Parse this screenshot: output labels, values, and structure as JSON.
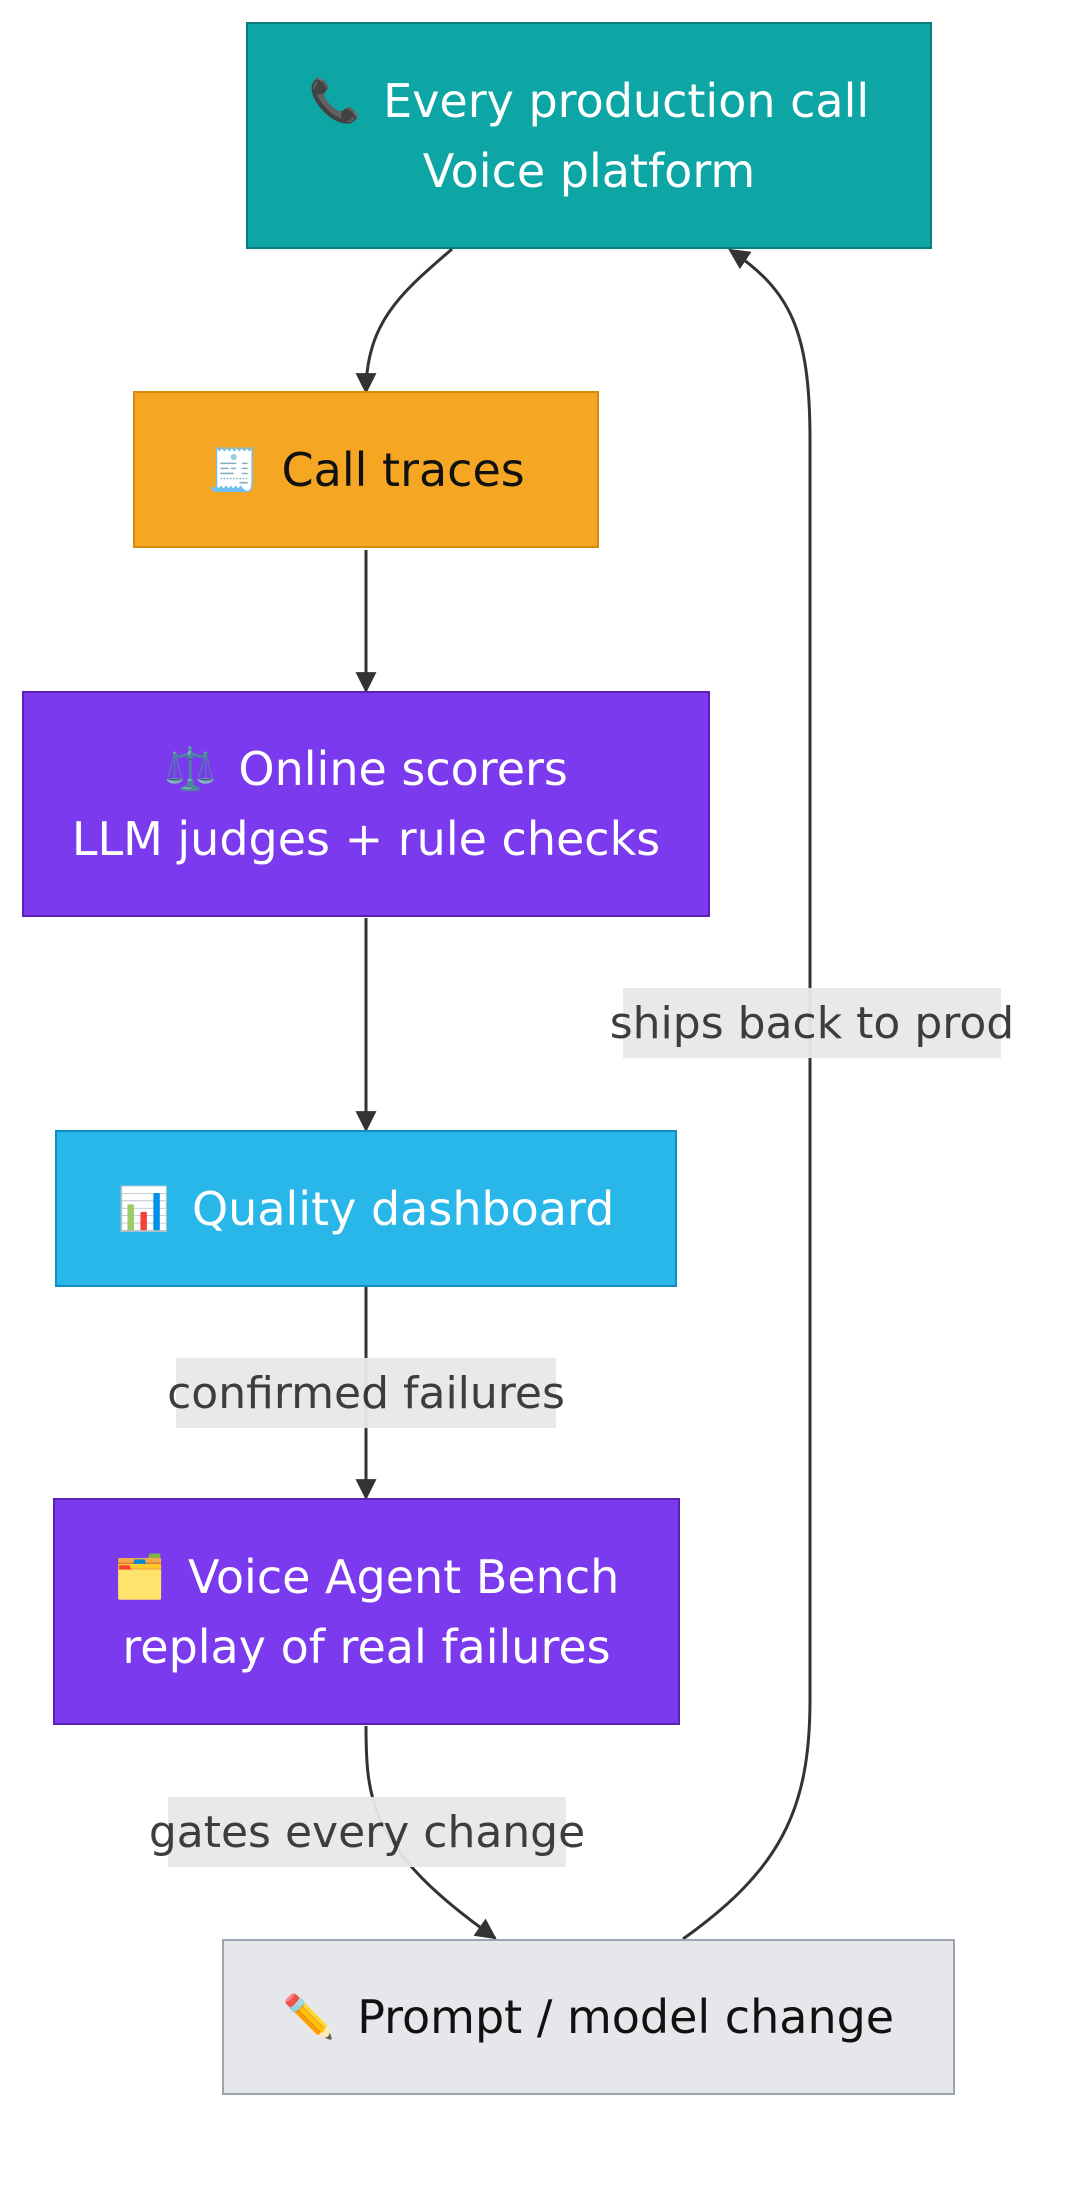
{
  "diagram": {
    "nodes": {
      "production": {
        "icon": "📞",
        "icon_name": "phone-icon",
        "line1": "Every production call",
        "line2": "Voice platform",
        "fill": "#0ea5a5",
        "stroke": "#0b7c7c",
        "text_color": "#ffffff"
      },
      "traces": {
        "icon": "🧾",
        "icon_name": "receipt-icon",
        "line1": "Call traces",
        "fill": "#f5a623",
        "stroke": "#d88a0d",
        "text_color": "#111111"
      },
      "scorers": {
        "icon": "⚖️",
        "icon_name": "scales-icon",
        "line1": "Online scorers",
        "line2": "LLM judges + rule checks",
        "fill": "#7b3aed",
        "stroke": "#5b21b6",
        "text_color": "#ffffff"
      },
      "dashboard": {
        "icon": "📊",
        "icon_name": "bar-chart-icon",
        "line1": "Quality dashboard",
        "fill": "#29b6e8",
        "stroke": "#0e8fc2",
        "text_color": "#ffffff"
      },
      "bench": {
        "icon": "🗂️",
        "icon_name": "card-index-dividers-icon",
        "line1": "Voice Agent Bench",
        "line2": "replay of real failures",
        "fill": "#7b3aed",
        "stroke": "#5b21b6",
        "text_color": "#ffffff"
      },
      "change": {
        "icon": "✏️",
        "icon_name": "pencil-icon",
        "line1": "Prompt / model change",
        "fill": "#e5e7eb",
        "stroke": "#9ca3af",
        "text_color": "#111111"
      }
    },
    "edge_labels": {
      "confirmed_failures": "confirmed failures",
      "gates_every_change": "gates every change",
      "ships_back_to_prod": "ships back to prod"
    },
    "edge_color": "#333333"
  }
}
